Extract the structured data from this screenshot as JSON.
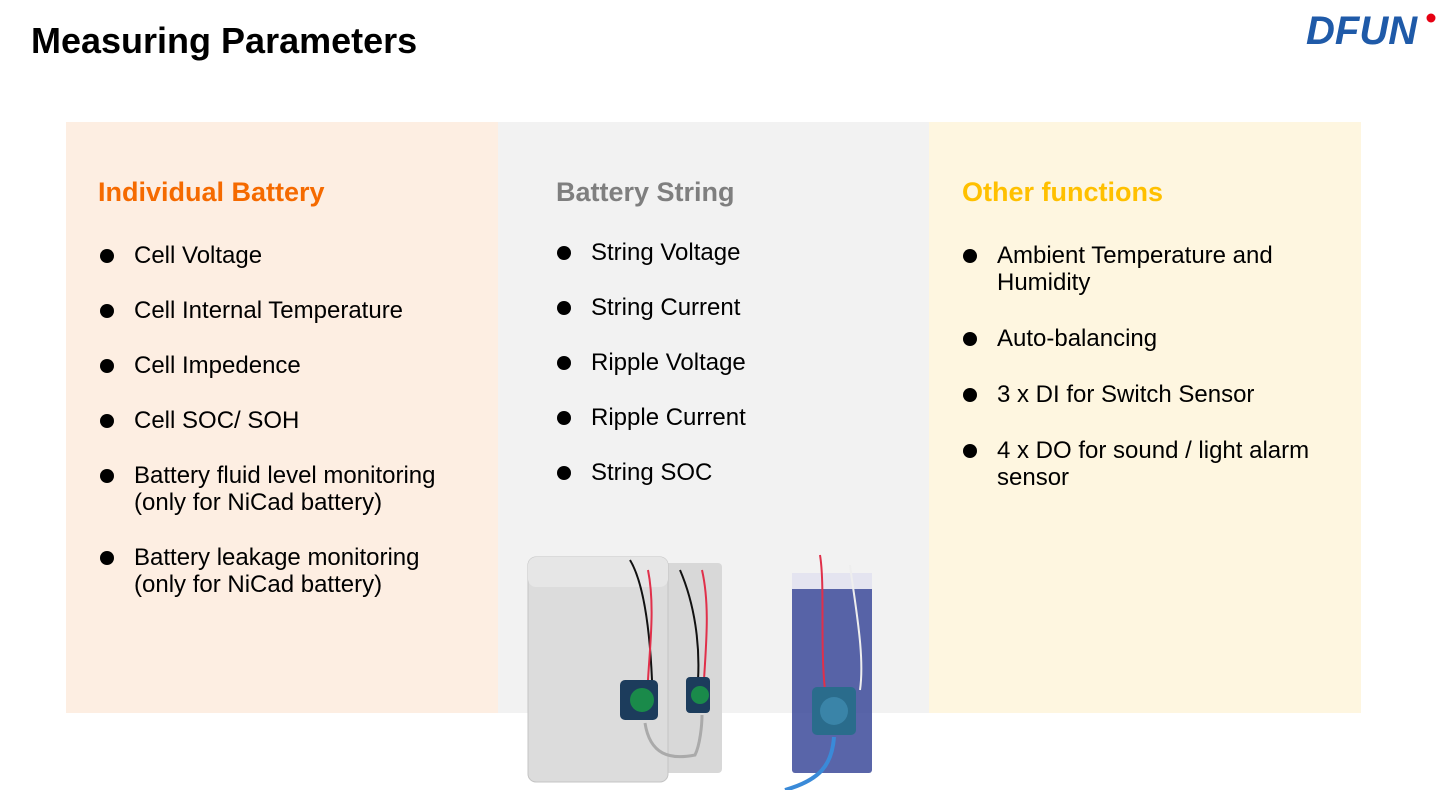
{
  "slide": {
    "title": "Measuring Parameters",
    "logo_text": "DFUN",
    "columns": [
      {
        "heading": "Individual Battery",
        "items": [
          "Cell Voltage",
          "Cell Internal Temperature",
          "Cell Impedence",
          "Cell SOC/ SOH",
          "Battery fluid  level monitoring (only for NiCad battery)",
          "Battery leakage monitoring (only for NiCad  battery)"
        ]
      },
      {
        "heading": "Battery String",
        "items": [
          "String Voltage",
          "String Current",
          "Ripple Voltage",
          "Ripple Current",
          "String SOC"
        ]
      },
      {
        "heading": "Other functions",
        "items": [
          "Ambient Temperature and Humidity",
          "Auto-balancing",
          "3 x DI for Switch Sensor",
          "4 x DO for sound / light alarm sensor"
        ]
      }
    ]
  },
  "colors": {
    "individual": "#f56a00",
    "string": "#7f7f7f",
    "other": "#ffc000",
    "logo": "#1f5aa8"
  }
}
